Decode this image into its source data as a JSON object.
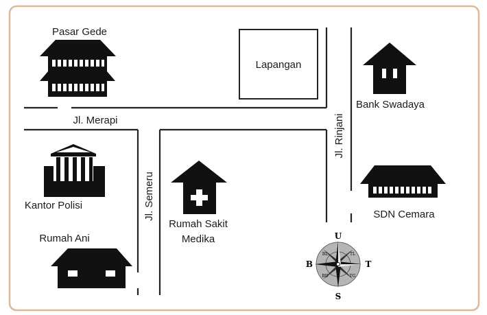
{
  "map": {
    "frame_color": "#e0b896",
    "places": {
      "pasar_gede": "Pasar Gede",
      "lapangan": "Lapangan",
      "bank_swadaya": "Bank Swadaya",
      "kantor_polisi": "Kantor Polisi",
      "rumah_sakit_line1": "Rumah Sakit",
      "rumah_sakit_line2": "Medika",
      "sdn_cemara": "SDN Cemara",
      "rumah_ani": "Rumah Ani"
    },
    "streets": {
      "merapi": "Jl. Merapi",
      "semeru": "Jl. Semeru",
      "rinjani": "Jl. Rinjani"
    },
    "compass": {
      "north": "U",
      "south": "S",
      "west": "B",
      "east": "T",
      "nw": "BL",
      "ne": "TL",
      "sw": "BD",
      "se": "TG"
    }
  }
}
